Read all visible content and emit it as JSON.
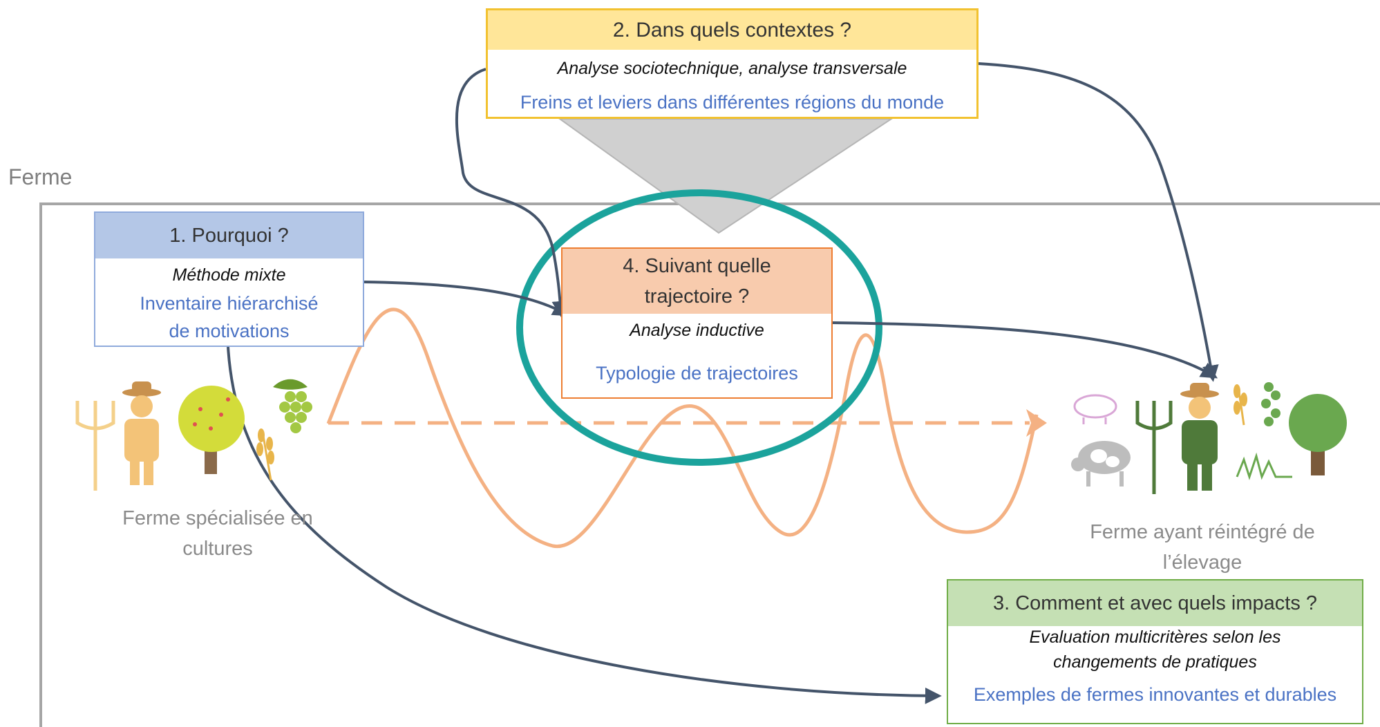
{
  "scope_label": "Ferme",
  "box1": {
    "title": "1. Pourquoi ?",
    "method": "Méthode mixte",
    "output_line1": "Inventaire hiérarchisé",
    "output_line2": "de motivations"
  },
  "box2": {
    "title": "2. Dans quels contextes ?",
    "method": "Analyse sociotechnique, analyse transversale",
    "output": "Freins et leviers dans différentes régions du monde"
  },
  "box3": {
    "title": "3. Comment et avec quels impacts ?",
    "method_line1": "Evaluation multicritères selon les",
    "method_line2": "changements de pratiques",
    "output": "Exemples de fermes innovantes et durables"
  },
  "box4": {
    "title_line1": "4. Suivant quelle",
    "title_line2": "trajectoire ?",
    "method": "Analyse inductive",
    "output": "Typologie de trajectoires"
  },
  "start_farm": {
    "line1": "Ferme spécialisée en",
    "line2": "cultures"
  },
  "end_farm": {
    "line1": "Ferme ayant réintégré de",
    "line2": "l’élevage"
  },
  "colors": {
    "box1_header": "#b4c7e7",
    "box1_border": "#8faadc",
    "box2_header": "#ffe699",
    "box2_border": "#f2c230",
    "box3_header": "#c5e0b4",
    "box3_border": "#70ad47",
    "box4_header": "#f8cbad",
    "box4_border": "#ed7d31",
    "method_text": "#111111",
    "output_text": "#4a72c4",
    "teal_ellipse": "#1ba39c",
    "trajectory": "#f4b183",
    "arrows": "#44546a",
    "frame": "#a6a6a6",
    "caption": "#8a8a8a"
  },
  "icons": {
    "start": [
      "pitchfork-icon",
      "farmer-icon",
      "fruit-tree-icon",
      "grapes-icon",
      "wheat-icon"
    ],
    "end": [
      "pig-icon",
      "cow-icon",
      "pitchfork-icon",
      "farmer-icon",
      "wheat-icon",
      "legume-icon",
      "grass-icon",
      "tree-icon"
    ]
  }
}
